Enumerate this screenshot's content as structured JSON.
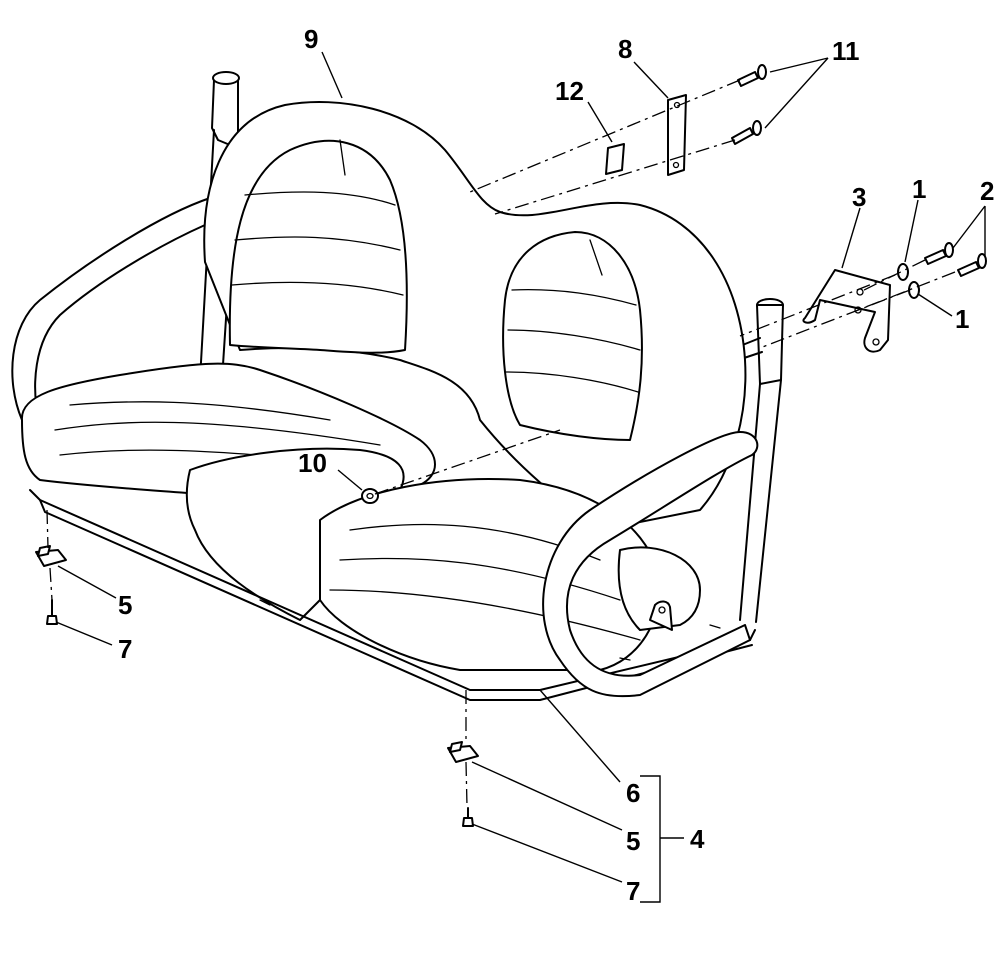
{
  "callouts": {
    "c1a": "1",
    "c1b": "1",
    "c2": "2",
    "c3": "3",
    "c4": "4",
    "c5a": "5",
    "c5b": "5",
    "c6": "6",
    "c7a": "7",
    "c7b": "7",
    "c8": "8",
    "c9": "9",
    "c10": "10",
    "c11": "11",
    "c12": "12"
  }
}
